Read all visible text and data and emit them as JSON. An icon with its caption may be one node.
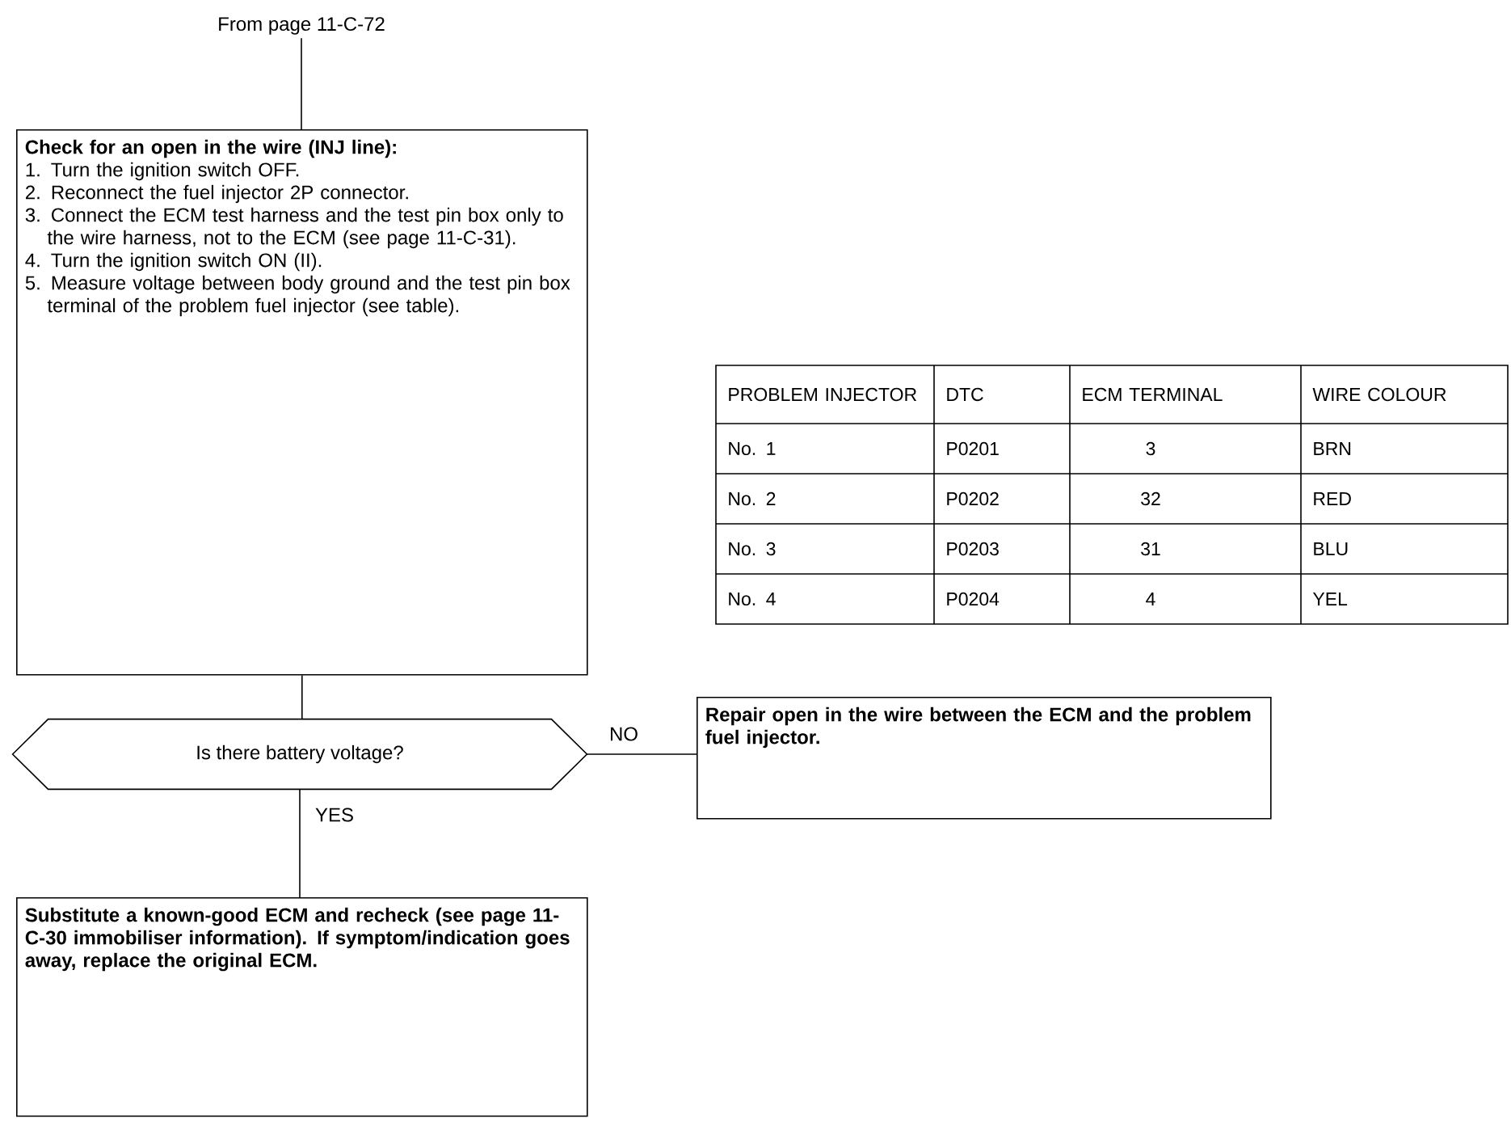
{
  "diagram": {
    "nodes": [
      {
        "text": [
          "From page 11-C-72"
        ]
      },
      {
        "text": [
          "Check for an open in the wire (INJ line):",
          "1. Turn the ignition switch OFF.",
          "2. Reconnect the fuel injector 2P connector.",
          "3. Connect the ECM test harness and the test pin box only to the wire harness, not to the ECM (see page 11-C-31).",
          "4. Turn the ignition switch ON (II).",
          "5. Measure voltage between body ground and the test pin box terminal of the problem fuel injector (see table)."
        ]
      },
      {
        "text": [
          "Is there battery voltage?"
        ]
      },
      {
        "text": [
          "Repair open in the wire between the ECM and the problem fuel injector."
        ]
      },
      {
        "text": [
          "Substitute a known-good ECM and recheck (see page 11-C-30 immobiliser information). If symptom/indication goes away, replace the original ECM."
        ]
      }
    ],
    "edges": [
      {
        "from": 0,
        "to": 1,
        "arrow": "none"
      },
      {
        "from": 1,
        "to": 2,
        "arrow": "none"
      },
      {
        "from": 2,
        "to": 3,
        "arrow": "none",
        "label": "NO"
      },
      {
        "from": 2,
        "to": 4,
        "arrow": "none",
        "label": "YES"
      }
    ],
    "labels": [
      "PROBLEM INJECTOR",
      "DTC",
      "ECM TERMINAL",
      "WIRE COLOUR",
      "No. 1",
      "P0201",
      "3",
      "BRN",
      "No. 2",
      "P0202",
      "32",
      "RED",
      "No. 3",
      "P0203",
      "31",
      "BLU",
      "No. 4",
      "P0204",
      "4",
      "YEL"
    ]
  }
}
